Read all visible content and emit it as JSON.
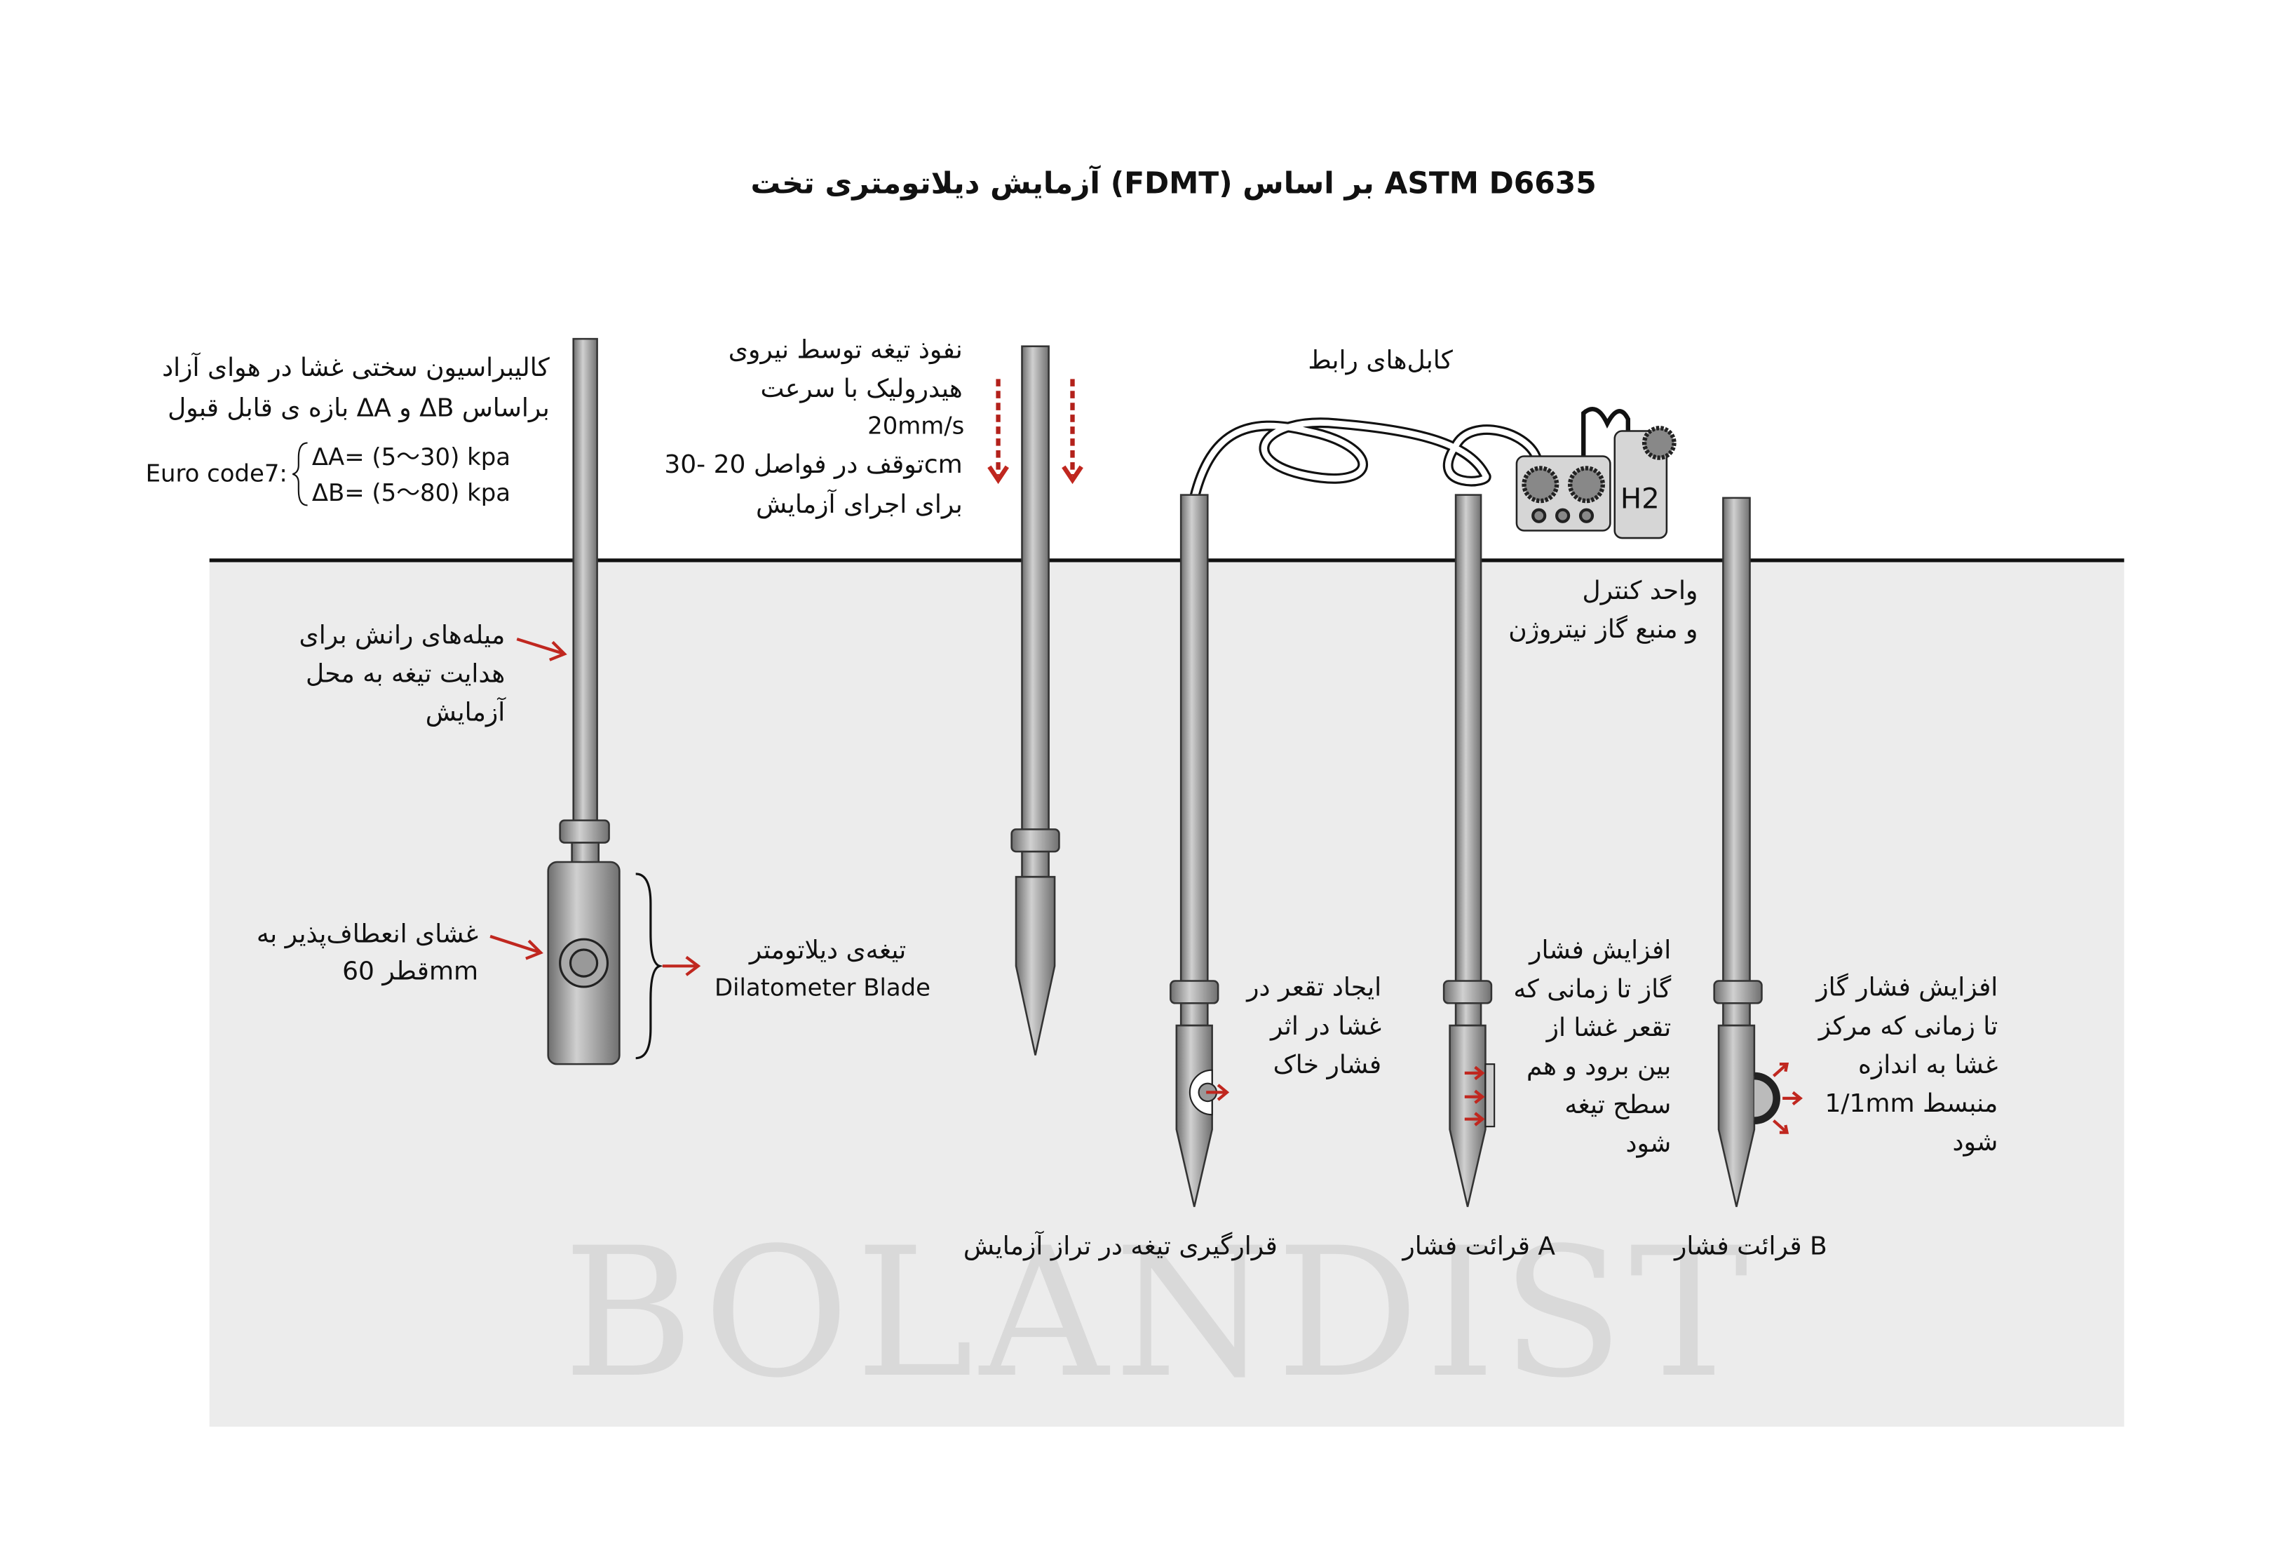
{
  "title": "آزمایش دیلاتومتری تخت (FDMT) بر اساس ASTM D6635",
  "watermark": "BOLANDIST",
  "calibration": {
    "line1": "کالیبراسیون سختی غشا در هوای آزاد",
    "line2": "بازه ی قابل قبول ΔA و ΔB براساس",
    "eurocode": "Euro code7:",
    "delta_a": "ΔA= (5～30) kpa",
    "delta_b": "ΔB= (5～80) kpa"
  },
  "rods_label": [
    "میله‌های رانش برای",
    "هدایت تیغه به محل",
    "آزمایش"
  ],
  "membrane_label": [
    "غشای انعطاف‌پذیر به",
    "قطر 60mm"
  ],
  "blade_label": {
    "fa": "تیغه‌ی دیلاتومتر",
    "en": "Dilatometer Blade"
  },
  "penetration_label": [
    "نفوذ تیغه توسط نیروی",
    "هیدرولیک با سرعت",
    "20mm/s",
    "توقف در فواصل 20 -30cm",
    "برای اجرای آزمایش"
  ],
  "cables_label": "کابل‌های رابط",
  "control_unit_label": [
    "واحد کنترل",
    "و منبع گاز نیتروژن"
  ],
  "gas_tank_label": "H2",
  "step_place": {
    "desc": [
      "ایجاد تقعر در",
      "غشا در اثر",
      "فشار خاک"
    ],
    "caption": "قرارگیری تیغه در تراز آزمایش"
  },
  "step_a": {
    "desc": [
      "افزایش فشار",
      "گاز تا زمانی که",
      "تقعر غشا از",
      "بین برود و هم",
      "سطح تیغه",
      "شود"
    ],
    "caption": "قرائت فشار A"
  },
  "step_b": {
    "desc": [
      "افزایش فشار گاز",
      "تا زمانی که مرکز",
      "غشا به اندازه",
      "1/1mm منبسط",
      "شود"
    ],
    "caption": "قرائت فشار B"
  },
  "colors": {
    "soil": "#ececec",
    "arrow": "#c0271f",
    "metal": "#9a9a9a"
  }
}
